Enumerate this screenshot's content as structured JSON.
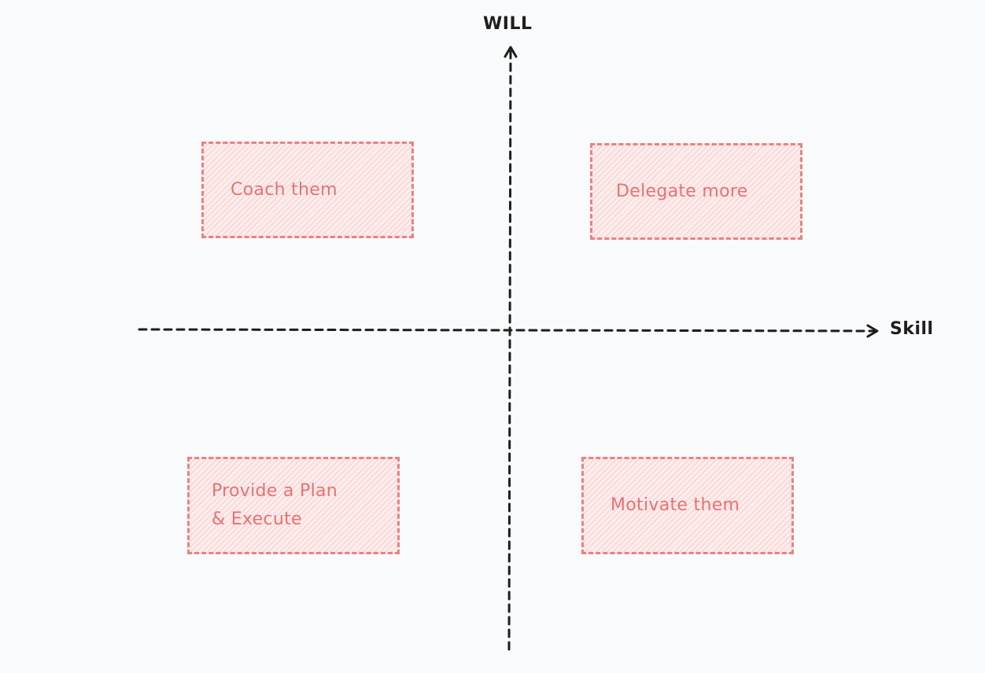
{
  "axes": {
    "vertical_label": "WILL",
    "horizontal_label": "Skill",
    "line_color": "#1e1e1e"
  },
  "quadrants": {
    "top_left": "Coach them",
    "top_right": "Delegate more",
    "bottom_left": "Provide a Plan\n& Execute",
    "bottom_right": "Motivate them"
  },
  "colors": {
    "background": "#f9fafb",
    "box_stroke": "#ea8181",
    "box_text": "#e57373"
  }
}
